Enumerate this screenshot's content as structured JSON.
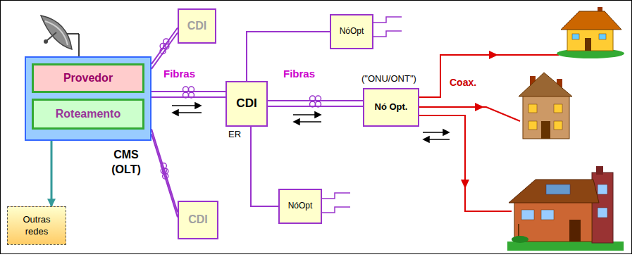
{
  "diagram": {
    "nodes": [
      {
        "text": [
          "CMS (OLT)"
        ]
      },
      {
        "text": [
          "Provedor"
        ],
        "in": 0
      },
      {
        "text": [
          "Roteamento"
        ],
        "in": 0
      },
      {
        "text": [
          "Outras redes"
        ]
      },
      {
        "text": [
          "CDI"
        ]
      },
      {
        "text": [
          "CDI",
          "ER"
        ]
      },
      {
        "text": [
          "CDI"
        ]
      },
      {
        "text": [
          "NóOpt"
        ]
      },
      {
        "text": [
          "Nó Opt.",
          "(\"ONU/ONT\")"
        ]
      },
      {
        "text": [
          "NóOpt"
        ]
      }
    ],
    "edges": [
      {
        "from": 0,
        "to": 4,
        "arrow": "none"
      },
      {
        "from": 0,
        "to": 5,
        "arrow": "none"
      },
      {
        "from": 0,
        "to": 6,
        "arrow": "none"
      },
      {
        "from": 5,
        "to": 7,
        "arrow": "none"
      },
      {
        "from": 5,
        "to": 8,
        "arrow": "none"
      },
      {
        "from": 5,
        "to": 9,
        "arrow": "none"
      },
      {
        "from": 2,
        "to": 3,
        "arrow": "to"
      }
    ],
    "labels": [
      "Fibras",
      "Fibras",
      "Coax."
    ]
  }
}
